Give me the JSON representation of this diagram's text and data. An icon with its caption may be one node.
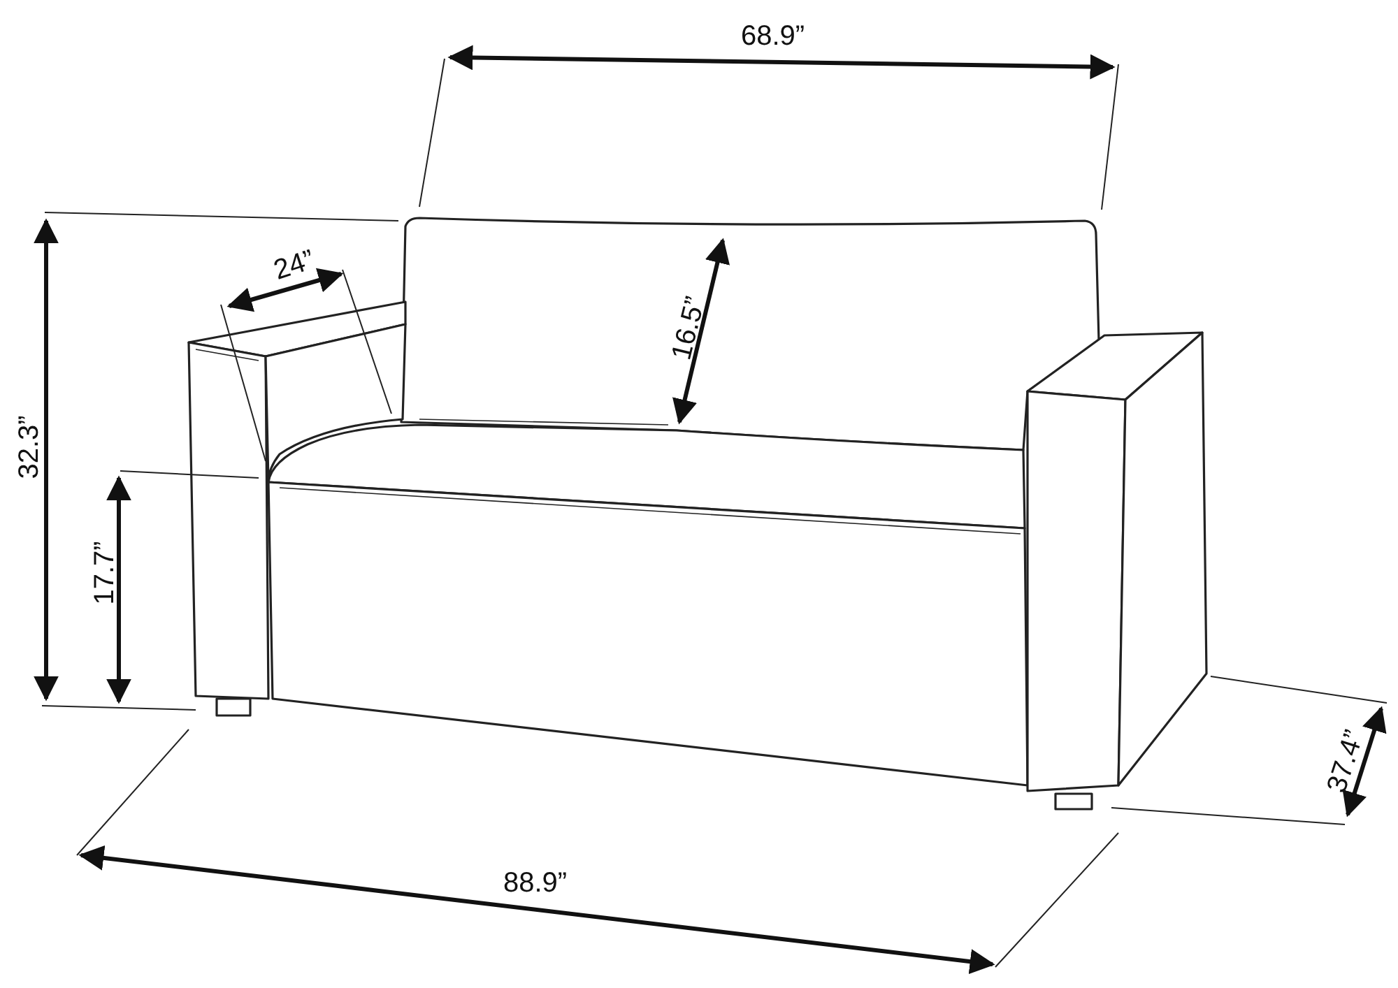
{
  "diagram": {
    "labels": [
      "68.9”",
      "24”",
      "16.5”",
      "32.3”",
      "17.7”",
      "37.4”",
      "88.9”"
    ]
  }
}
